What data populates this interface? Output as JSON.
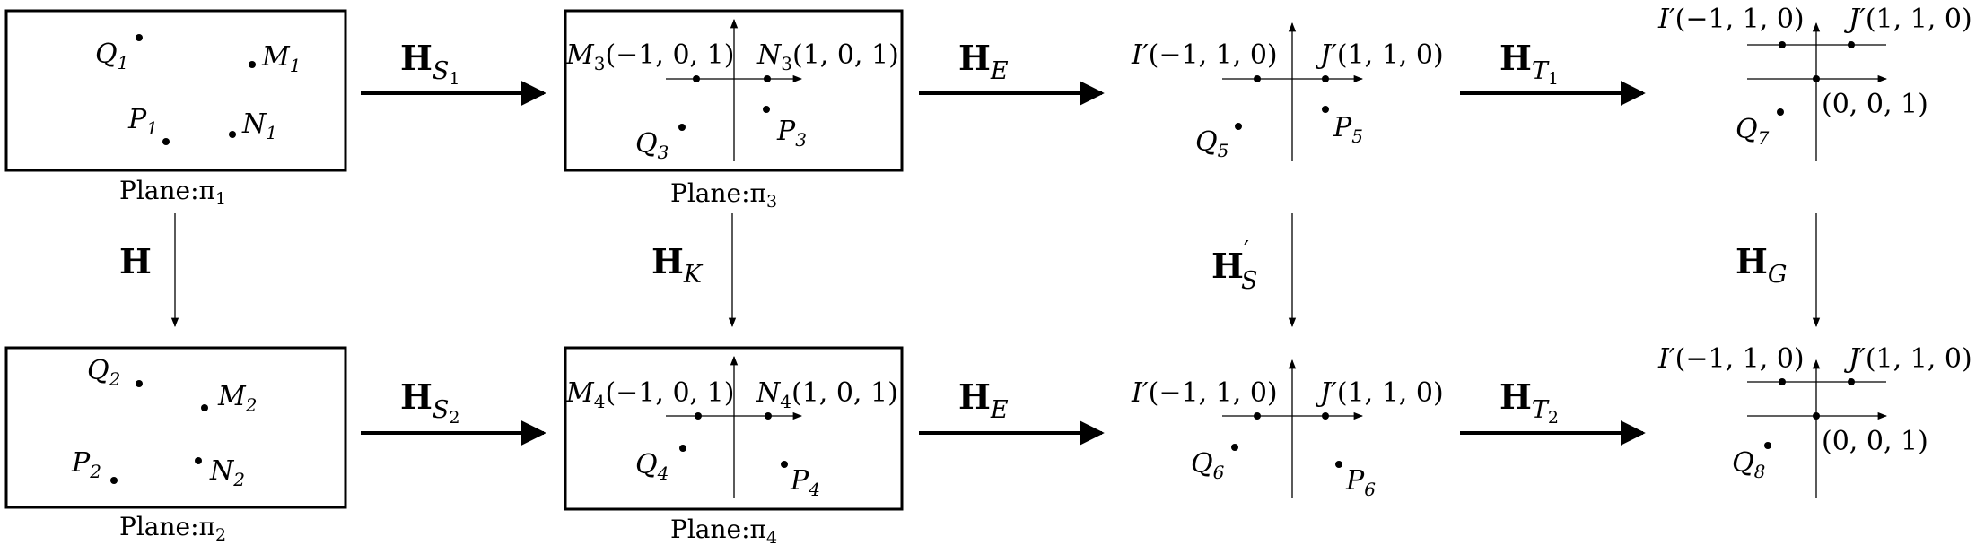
{
  "planes": {
    "pi1": {
      "caption": "Plane:π",
      "sub": "1"
    },
    "pi2": {
      "caption": "Plane:π",
      "sub": "2"
    },
    "pi3": {
      "caption": "Plane:π",
      "sub": "3"
    },
    "pi4": {
      "caption": "Plane:π",
      "sub": "4"
    }
  },
  "points": {
    "Q1": {
      "base": "Q",
      "sub": "1"
    },
    "M1": {
      "base": "M",
      "sub": "1"
    },
    "P1": {
      "base": "P",
      "sub": "1"
    },
    "N1": {
      "base": "N",
      "sub": "1"
    },
    "Q2": {
      "base": "Q",
      "sub": "2"
    },
    "M2": {
      "base": "M",
      "sub": "2"
    },
    "P2": {
      "base": "P",
      "sub": "2"
    },
    "N2": {
      "base": "N",
      "sub": "2"
    },
    "M3": {
      "base": "M",
      "sub": "3",
      "coord": "(−1, 0, 1)"
    },
    "N3": {
      "base": "N",
      "sub": "3",
      "coord": "(1, 0, 1)"
    },
    "Q3": {
      "base": "Q",
      "sub": "3"
    },
    "P3": {
      "base": "P",
      "sub": "3"
    },
    "M4": {
      "base": "M",
      "sub": "4",
      "coord": "(−1, 0, 1)"
    },
    "N4": {
      "base": "N",
      "sub": "4",
      "coord": "(1, 0, 1)"
    },
    "Q4": {
      "base": "Q",
      "sub": "4"
    },
    "P4": {
      "base": "P",
      "sub": "4"
    },
    "I5": {
      "base": "I′",
      "coord": "(−1, 1, 0)"
    },
    "J5": {
      "base": "J′",
      "coord": "(1, 1, 0)"
    },
    "Q5": {
      "base": "Q",
      "sub": "5"
    },
    "P5": {
      "base": "P",
      "sub": "5"
    },
    "I6": {
      "base": "I′",
      "coord": "(−1, 1, 0)"
    },
    "J6": {
      "base": "J′",
      "coord": "(1, 1, 0)"
    },
    "Q6": {
      "base": "Q",
      "sub": "6"
    },
    "P6": {
      "base": "P",
      "sub": "6"
    },
    "I7": {
      "base": "I′",
      "coord": "(−1, 1, 0)"
    },
    "J7": {
      "base": "J′",
      "coord": "(1, 1, 0)"
    },
    "O7": {
      "coord": "(0, 0, 1)"
    },
    "Q7": {
      "base": "Q",
      "sub": "7"
    },
    "I8": {
      "base": "I′",
      "coord": "(−1, 1, 0)"
    },
    "J8": {
      "base": "J′",
      "coord": "(1, 1, 0)"
    },
    "O8": {
      "coord": "(0, 0, 1)"
    },
    "Q8": {
      "base": "Q",
      "sub": "8"
    }
  },
  "transforms": {
    "H": {
      "base": "H"
    },
    "HS1": {
      "base": "H",
      "sub": "S",
      "subsub": "1"
    },
    "HS2": {
      "base": "H",
      "sub": "S",
      "subsub": "2"
    },
    "HK": {
      "base": "H",
      "sub": "K"
    },
    "HE_top": {
      "base": "H",
      "sub": "E"
    },
    "HE_bottom": {
      "base": "H",
      "sub": "E"
    },
    "HSprime": {
      "base": "H",
      "sub": "S",
      "sup": "′"
    },
    "HT1": {
      "base": "H",
      "sub": "T",
      "subsub": "1"
    },
    "HT2": {
      "base": "H",
      "sub": "T",
      "subsub": "2"
    },
    "HG": {
      "base": "H",
      "sub": "G"
    }
  }
}
